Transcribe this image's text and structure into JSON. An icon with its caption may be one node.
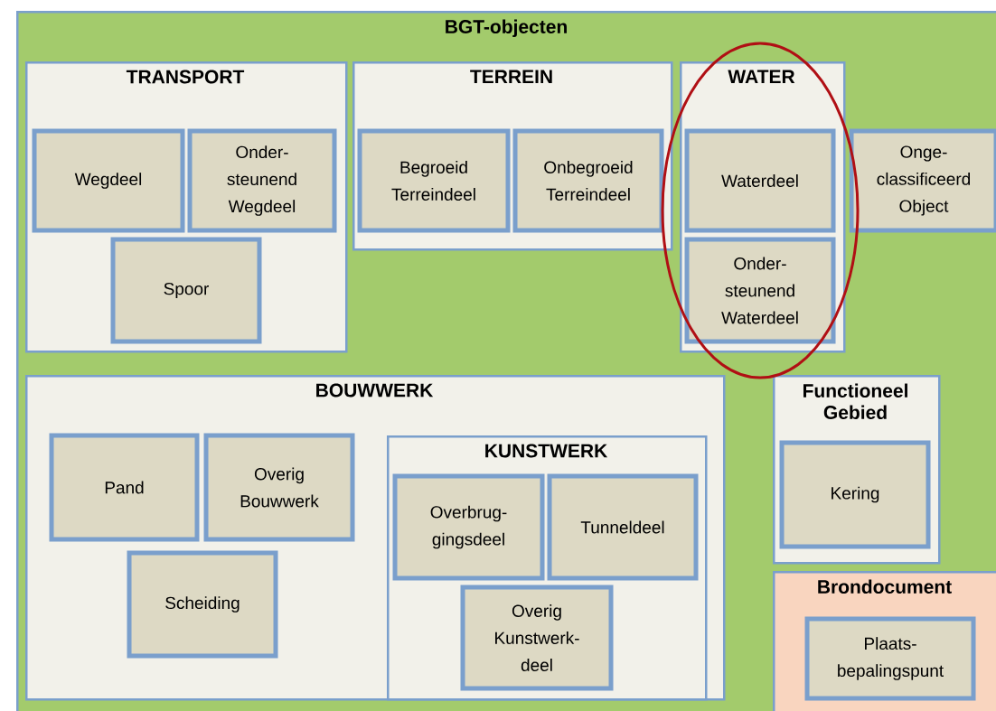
{
  "diagram": {
    "nodes": [
      {
        "text": [
          "BGT-objecten"
        ]
      },
      {
        "text": [
          "TRANSPORT"
        ],
        "in": 0
      },
      {
        "text": [
          "Wegdeel"
        ],
        "in": 1
      },
      {
        "text": [
          "Onder- steunend Wegdeel"
        ],
        "in": 1
      },
      {
        "text": [
          "Spoor"
        ],
        "in": 1
      },
      {
        "text": [
          "TERREIN"
        ],
        "in": 0
      },
      {
        "text": [
          "Begroeid Terreindeel"
        ],
        "in": 5
      },
      {
        "text": [
          "Onbegroeid Terreindeel"
        ],
        "in": 5
      },
      {
        "text": [
          "WATER"
        ],
        "in": 0
      },
      {
        "text": [
          "Waterdeel"
        ],
        "in": 8
      },
      {
        "text": [
          "Onder- steunend Waterdeel"
        ],
        "in": 8
      },
      {
        "text": [
          "Onge- classificeerd Object"
        ],
        "in": 0
      },
      {
        "text": [
          "BOUWWERK"
        ],
        "in": 0
      },
      {
        "text": [
          "Pand"
        ],
        "in": 12
      },
      {
        "text": [
          "Overig Bouwwerk"
        ],
        "in": 12
      },
      {
        "text": [
          "Scheiding"
        ],
        "in": 12
      },
      {
        "text": [
          "KUNSTWERK"
        ],
        "in": 12
      },
      {
        "text": [
          "Overbrug- gingsdeel"
        ],
        "in": 16
      },
      {
        "text": [
          "Tunneldeel"
        ],
        "in": 16
      },
      {
        "text": [
          "Overig Kunstwerk- deel"
        ],
        "in": 16
      },
      {
        "text": [
          "Functioneel Gebied"
        ],
        "in": 0
      },
      {
        "text": [
          "Kering"
        ],
        "in": 20
      },
      {
        "text": [
          "Brondocument"
        ],
        "in": 0
      },
      {
        "text": [
          "Plaats- bepalingspunt"
        ],
        "in": 22
      }
    ]
  }
}
